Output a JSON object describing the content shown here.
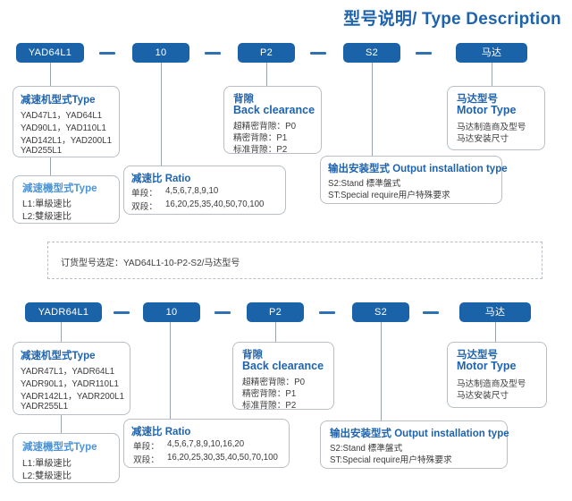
{
  "title": "型号说明/ Type Description",
  "sections": [
    {
      "name": "yad-series",
      "codes": [
        {
          "label": "YAD64L1"
        },
        {
          "label": "10"
        },
        {
          "label": "P2"
        },
        {
          "label": "S2"
        },
        {
          "label": "马达"
        }
      ],
      "type_box": {
        "heading": "减速机型式Type",
        "lines": [
          "YAD47L1，YAD64L1",
          "YAD90L1，YAD110L1",
          "YAD142L1，YAD200L1",
          "YAD255L1"
        ]
      },
      "stage_box": {
        "heading": "減速機型式Type",
        "lines": [
          "L1:單級速比",
          "L2:雙級速比"
        ]
      },
      "ratio_box": {
        "heading": "减速比 Ratio",
        "single_label": "单段：",
        "single_values": "4,5,6,7,8,9,10",
        "double_label": "双段：",
        "double_values": "16,20,25,35,40,50,70,100"
      },
      "clearance_box": {
        "heading_cn": "背隙",
        "heading_en": "Back clearance",
        "lines": [
          "超精密背隙：P0",
          "精密背隙：P1",
          "标准背隙：P2"
        ]
      },
      "install_box": {
        "heading": "输出安装型式 Output installation type",
        "lines": [
          "S2:Stand 標準盤式",
          "ST:Special require用户特殊要求"
        ]
      },
      "motor_box": {
        "heading_cn": "马达型号",
        "heading_en": "Motor Type",
        "lines": [
          "马达制造商及型号",
          "马达安装尺寸"
        ]
      }
    },
    {
      "name": "yadr-series",
      "codes": [
        {
          "label": "YADR64L1"
        },
        {
          "label": "10"
        },
        {
          "label": "P2"
        },
        {
          "label": "S2"
        },
        {
          "label": "马达"
        }
      ],
      "type_box": {
        "heading": "减速机型式Type",
        "lines": [
          "YADR47L1，YADR64L1",
          "YADR90L1，YADR110L1",
          "YADR142L1，YADR200L1",
          "YADR255L1"
        ]
      },
      "stage_box": {
        "heading": "減速機型式Type",
        "lines": [
          "L1:單級速比",
          "L2:雙級速比"
        ]
      },
      "ratio_box": {
        "heading": "减速比 Ratio",
        "single_label": "单段：",
        "single_values": "4,5,6,7,8,9,10,16,20",
        "double_label": "双段：",
        "double_values": "16,20,25,30,35,40,50,70,100"
      },
      "clearance_box": {
        "heading_cn": "背隙",
        "heading_en": "Back clearance",
        "lines": [
          "超精密背隙：P0",
          "精密背隙：P1",
          "标准背隙：P2"
        ]
      },
      "install_box": {
        "heading": "输出安装型式 Output installation type",
        "lines": [
          "S2:Stand 標準盤式",
          "ST:Special require用户特殊要求"
        ]
      },
      "motor_box": {
        "heading_cn": "马达型号",
        "heading_en": "Motor Type",
        "lines": [
          "马达制造商及型号",
          "马达安装尺寸"
        ]
      }
    }
  ],
  "order_example": "订货型号选定：YAD64L1-10-P2-S2/马达型号",
  "colors": {
    "pill_blue": "#1a63a8",
    "heading_blue": "#1f63ad",
    "heading_blue_light": "#4d94d6",
    "border_gray": "#b9bfc5",
    "line_gray": "#9aa3ab",
    "text_dark": "#3c3c3c"
  }
}
